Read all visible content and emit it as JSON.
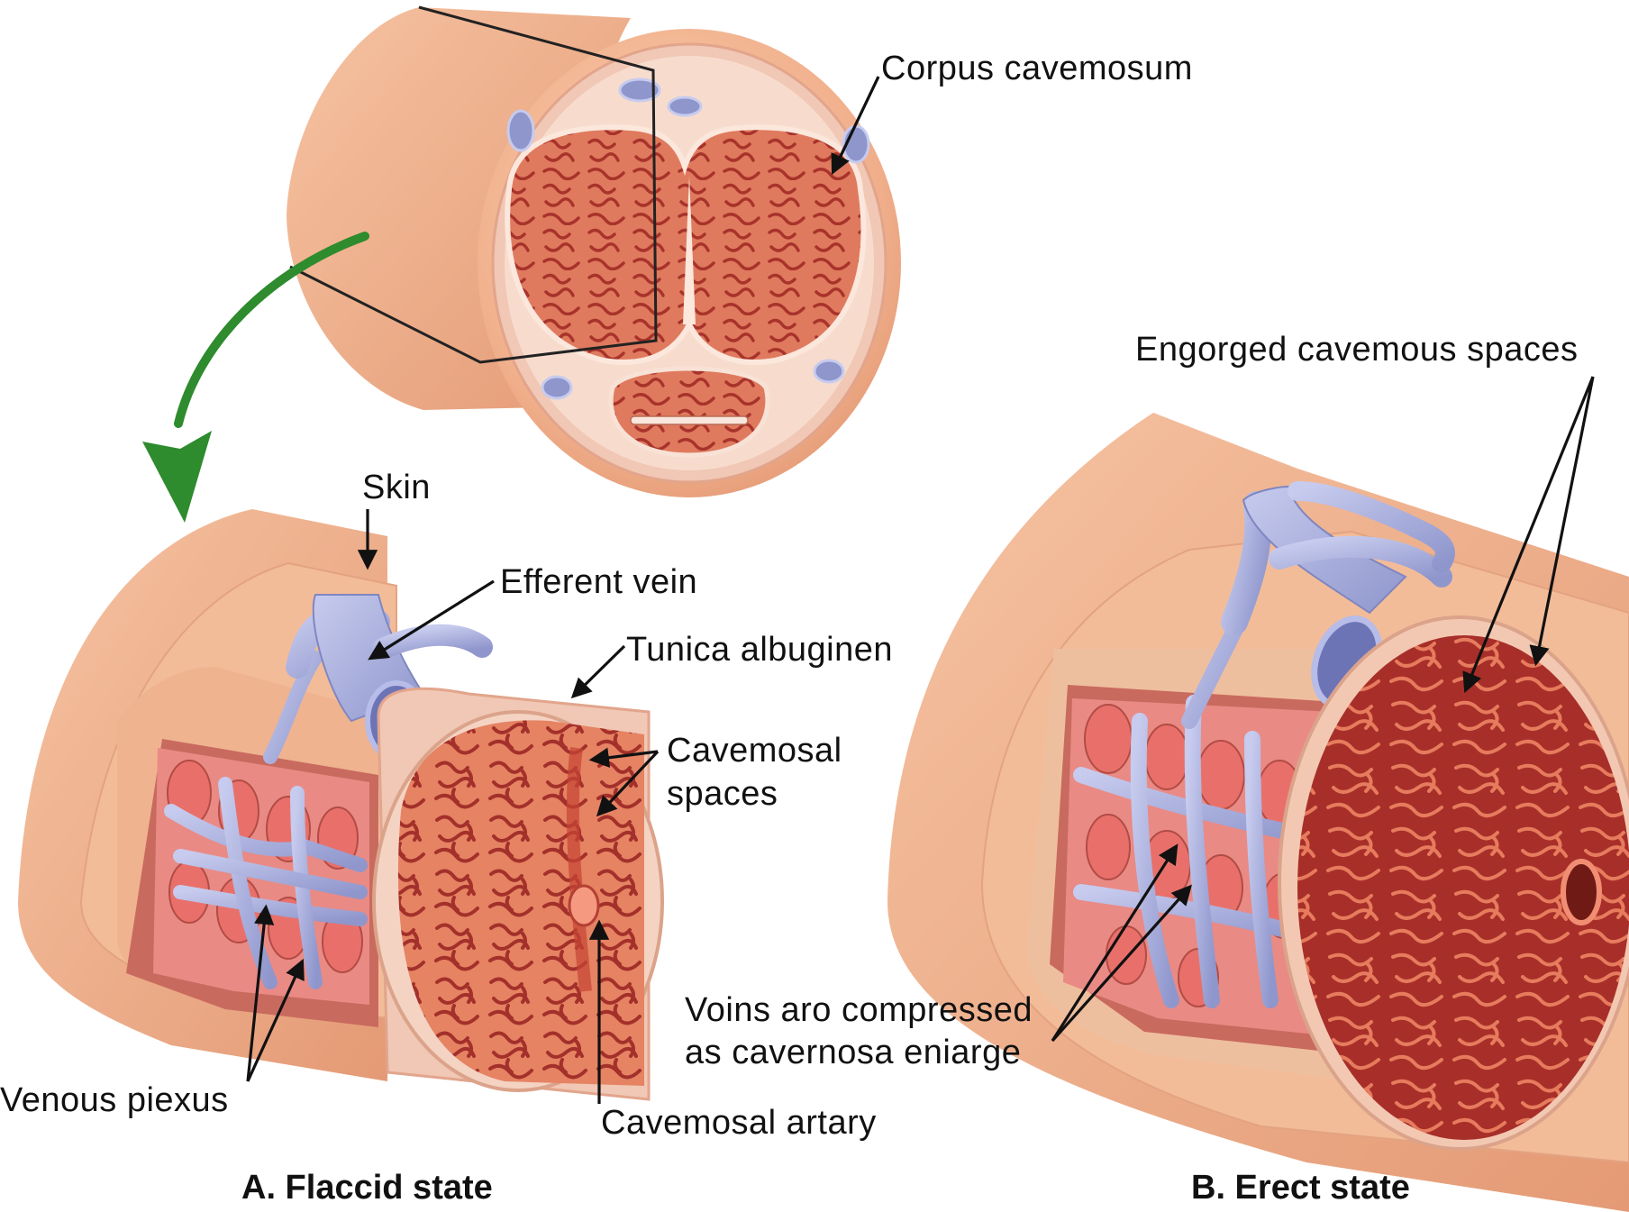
{
  "labels": {
    "corpus": "Corpus cavemosum",
    "skin": "Skin",
    "efferent_vein": "Efferent vein",
    "tunica": "Tunica albuginen",
    "cavernosal_spaces_1": "Cavemosal",
    "cavernosal_spaces_2": "spaces",
    "venous_plexus": "Venous piexus",
    "cavernosal_artery": "Cavemosal artary",
    "engorged": "Engorged cavemous spaces",
    "veins_compressed_1": "Voins aro compressed",
    "veins_compressed_2": "as cavernosa eniarge"
  },
  "captions": {
    "flaccid": "A. Flaccid state",
    "erect": "B. Erect state"
  },
  "colors": {
    "skin": "#f2b48f",
    "tissue": "#d9684f",
    "tissue_dark": "#9c2e28",
    "vein": "#a3a9d8",
    "arrow": "#2e8b2e"
  }
}
